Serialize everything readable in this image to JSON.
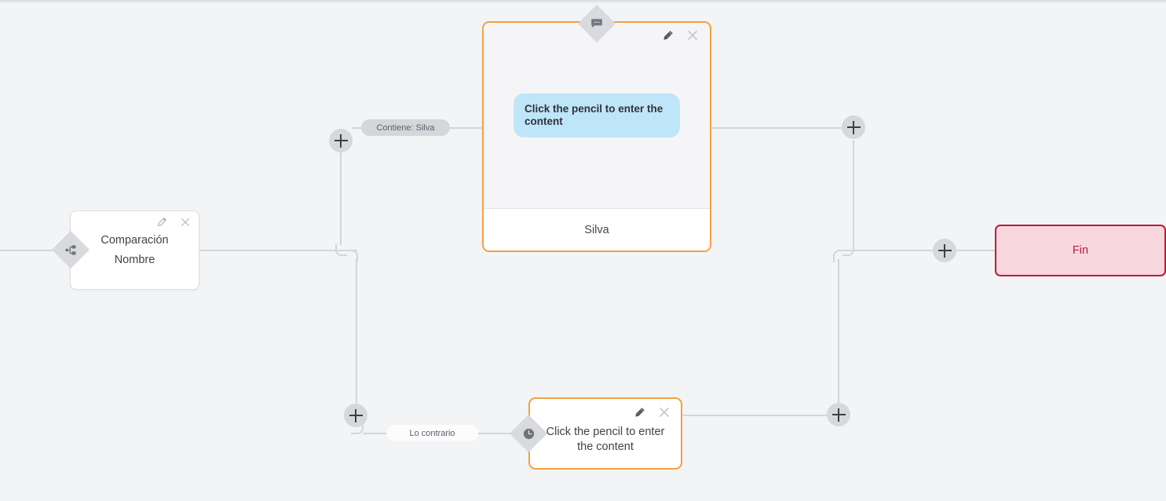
{
  "canvas": {
    "background_color": "#f3f4f6",
    "connector_color": "#d3d5db"
  },
  "nodes": [
    {
      "id": "comparacion",
      "kind": "condition",
      "title": "Comparación",
      "subtitle": "Nombre",
      "icon": "node-tree-icon",
      "border_color": "#dcdee3",
      "background_color": "#ffffff",
      "tools": {
        "edit": "pencil-icon",
        "close": "close-icon"
      }
    },
    {
      "id": "message",
      "kind": "message",
      "bubble_text": "Click the pencil to enter the content",
      "footer_text": "Silva",
      "icon": "chat-bubble-icon",
      "border_color": "#f5a040",
      "background_color": "#f5f5f7",
      "bubble_color": "#bfe5f8",
      "tools": {
        "edit": "pencil-icon",
        "close": "close-icon"
      }
    },
    {
      "id": "wait",
      "kind": "wait",
      "body_text": "Click the pencil to enter the content",
      "icon": "clock-icon",
      "border_color": "#f5a040",
      "background_color": "#ffffff",
      "tools": {
        "edit": "pencil-icon",
        "close": "close-icon"
      }
    },
    {
      "id": "fin",
      "kind": "end",
      "label": "Fin",
      "border_color": "#bd1b3c",
      "background_color": "#f7d7dd",
      "text_color": "#bd1b3c"
    }
  ],
  "edge_labels": {
    "true_branch": "Contiene: Silva",
    "false_branch": "Lo contrario"
  },
  "add_buttons": [
    {
      "id": "add-true-branch",
      "label": "+"
    },
    {
      "id": "add-false-branch",
      "label": "+"
    },
    {
      "id": "add-after-message",
      "label": "+"
    },
    {
      "id": "add-after-wait",
      "label": "+"
    },
    {
      "id": "add-before-end",
      "label": "+"
    }
  ]
}
